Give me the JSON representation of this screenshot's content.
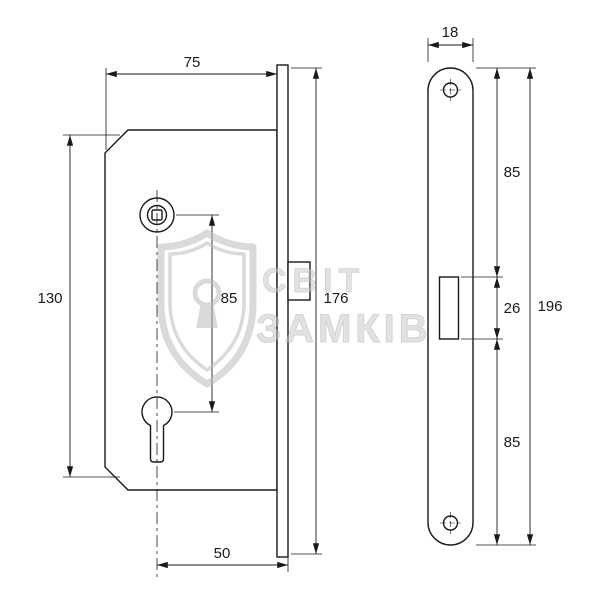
{
  "title": "Mortise lock technical drawing",
  "watermark": {
    "line1": "СВІТ",
    "line2": "ЗАМКІВ"
  },
  "left_view": {
    "dims": {
      "body_depth": "75",
      "body_height": "130",
      "center_distance": "85",
      "backset": "50",
      "faceplate_span": "176"
    }
  },
  "right_view": {
    "dims": {
      "plate_width": "18",
      "top_section": "85",
      "latch_height": "26",
      "bottom_section": "85",
      "total_height": "196"
    }
  }
}
